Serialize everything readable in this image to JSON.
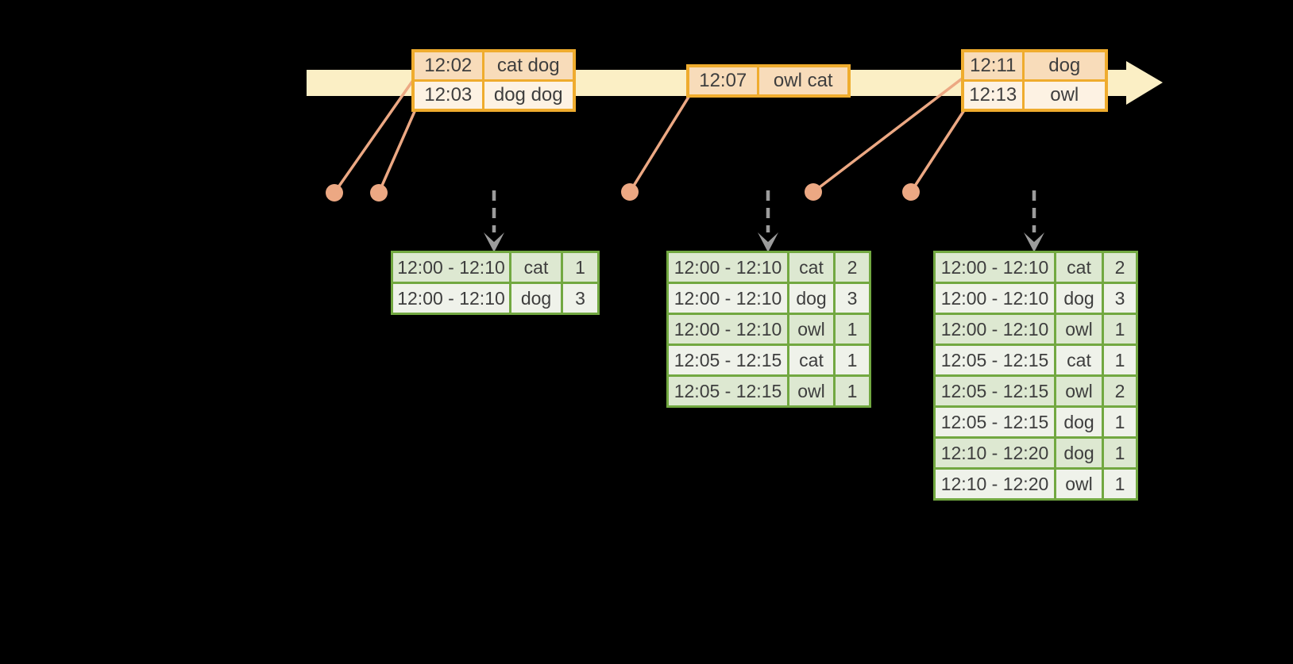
{
  "colors": {
    "background": "#000000",
    "timeline_fill": "#FBEFC5",
    "event_table_border": "#EFAC2E",
    "event_row_dark": "#F8DCBA",
    "event_row_light": "#FDF2E3",
    "record_dot": "#ECA883",
    "result_table_border": "#72A841",
    "result_row_dark": "#DDE8D1",
    "result_row_light": "#EFF2EA",
    "trigger_arrow": "#9C9C9C",
    "text": "#3E3E3E"
  },
  "icons": {
    "timeline": "timeline-arrow",
    "record": "record-dot",
    "trigger": "trigger-down-arrow"
  },
  "timeline": {
    "event_tables": [
      {
        "rows": [
          {
            "time": "12:02",
            "words": "cat dog"
          },
          {
            "time": "12:03",
            "words": "dog dog"
          }
        ]
      },
      {
        "rows": [
          {
            "time": "12:07",
            "words": "owl cat"
          }
        ]
      },
      {
        "rows": [
          {
            "time": "12:11",
            "words": "dog"
          },
          {
            "time": "12:13",
            "words": "owl"
          }
        ]
      }
    ]
  },
  "result_tables": [
    {
      "rows": [
        {
          "window": "12:00 - 12:10",
          "word": "cat",
          "count": "1"
        },
        {
          "window": "12:00 - 12:10",
          "word": "dog",
          "count": "3"
        }
      ]
    },
    {
      "rows": [
        {
          "window": "12:00 - 12:10",
          "word": "cat",
          "count": "2"
        },
        {
          "window": "12:00 - 12:10",
          "word": "dog",
          "count": "3"
        },
        {
          "window": "12:00 - 12:10",
          "word": "owl",
          "count": "1"
        },
        {
          "window": "12:05 - 12:15",
          "word": "cat",
          "count": "1"
        },
        {
          "window": "12:05 - 12:15",
          "word": "owl",
          "count": "1"
        }
      ]
    },
    {
      "rows": [
        {
          "window": "12:00 - 12:10",
          "word": "cat",
          "count": "2"
        },
        {
          "window": "12:00 - 12:10",
          "word": "dog",
          "count": "3"
        },
        {
          "window": "12:00 - 12:10",
          "word": "owl",
          "count": "1"
        },
        {
          "window": "12:05 - 12:15",
          "word": "cat",
          "count": "1"
        },
        {
          "window": "12:05 - 12:15",
          "word": "owl",
          "count": "2"
        },
        {
          "window": "12:05 - 12:15",
          "word": "dog",
          "count": "1"
        },
        {
          "window": "12:10 - 12:20",
          "word": "dog",
          "count": "1"
        },
        {
          "window": "12:10 - 12:20",
          "word": "owl",
          "count": "1"
        }
      ]
    }
  ]
}
